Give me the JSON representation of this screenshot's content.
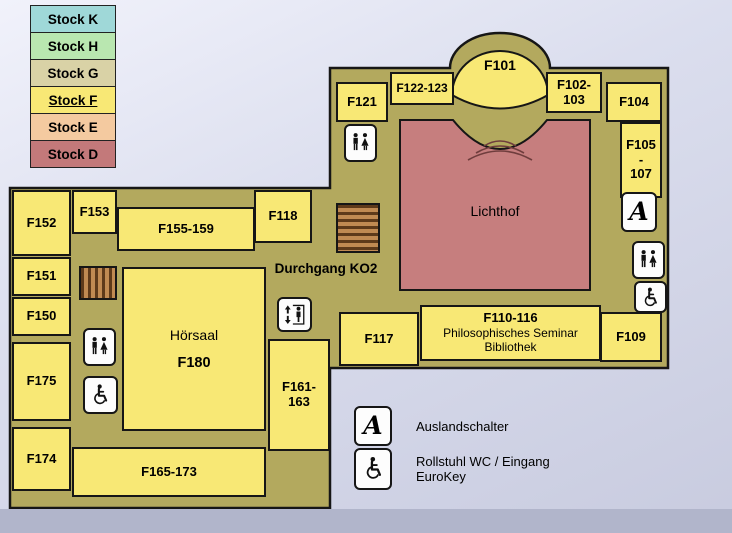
{
  "floor_legend": {
    "items": [
      {
        "label": "Stock K",
        "color": "#9fd8d8"
      },
      {
        "label": "Stock H",
        "color": "#b9e7b0"
      },
      {
        "label": "Stock G",
        "color": "#d9d2a6"
      },
      {
        "label": "Stock F",
        "color": "#f8e875",
        "current": true
      },
      {
        "label": "Stock E",
        "color": "#f4caa0"
      },
      {
        "label": "Stock D",
        "color": "#c3797a"
      }
    ]
  },
  "plan": {
    "rooms": {
      "f101": "F101",
      "f121": "F121",
      "f122_123": "F122-123",
      "f102_103": "F102-\n103",
      "f104": "F104",
      "f105_107": "F105\n-\n107",
      "f109": "F109",
      "f117": "F117",
      "f118": "F118",
      "f152": "F152",
      "f153": "F153",
      "f155_159": "F155-159",
      "f151": "F151",
      "f150": "F150",
      "f175": "F175",
      "f174": "F174",
      "f165_173": "F165-173",
      "f161_163": "F161-\n163"
    },
    "hoersaal_name": "Hörsaal",
    "hoersaal_number": "F180",
    "bibliothek_number": "F110-116",
    "bibliothek_dept": "Philosophisches Seminar",
    "bibliothek_name": "Bibliothek",
    "lichthof_label": "Lichthof",
    "durchgang_label": "Durchgang KO2"
  },
  "symbol_legend": {
    "a_glyph": "A",
    "auslandschalter_label": "Auslandschalter",
    "rollstuhl_label": "Rollstuhl WC / Eingang\nEuroKey"
  },
  "colors": {
    "room_fill": "#f8e875",
    "corridor_fill": "#b3a95e",
    "lichthof_fill": "#c67e7e",
    "outline": "#161616",
    "background_top": "#f1f2fb",
    "background_bottom": "#c8cbdf",
    "footer_band": "#b1b5cb",
    "stairs_dark": "#5e3a1a",
    "stairs_light": "#c08a52"
  }
}
